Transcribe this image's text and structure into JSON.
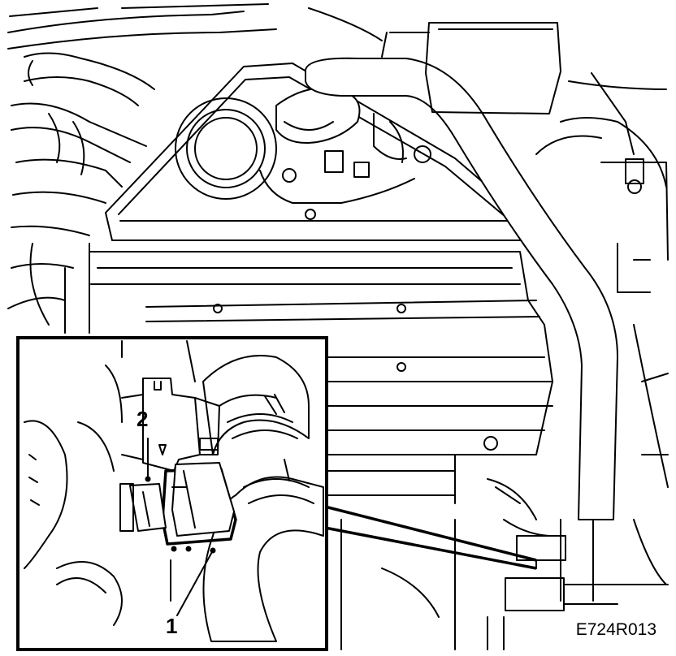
{
  "figure": {
    "reference_code": "E724R013",
    "callouts": [
      {
        "id": "1",
        "text": "1"
      },
      {
        "id": "2",
        "text": "2"
      }
    ]
  },
  "colors": {
    "ink": "#000000",
    "paper": "#ffffff"
  }
}
